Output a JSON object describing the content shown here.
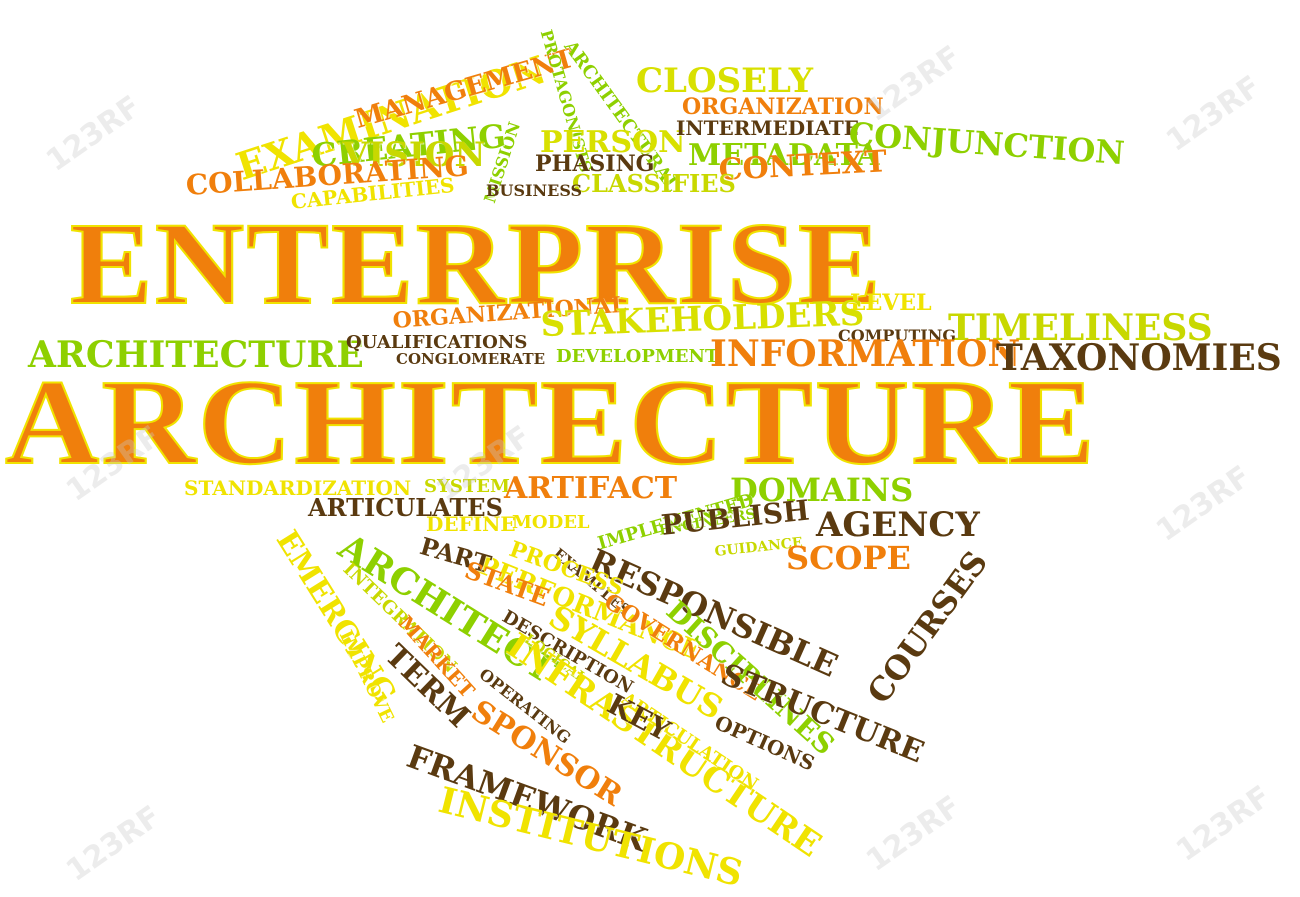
{
  "words": [
    {
      "text": "ENTERPRISE",
      "color": "#f07f0c",
      "big": true
    },
    {
      "text": "ARCHITECTURE",
      "color": "#f07f0c",
      "big": true
    },
    {
      "text": "EXAMINATION",
      "color": "#f0e300"
    },
    {
      "text": "MANAGEMENT",
      "color": "#f07f0c"
    },
    {
      "text": "ARCHITECTURAL",
      "color": "#8ed000"
    },
    {
      "text": "PROTAGONISTS",
      "color": "#8ed000"
    },
    {
      "text": "MISSION",
      "color": "#8ed000"
    },
    {
      "text": "CLOSELY",
      "color": "#d8e000"
    },
    {
      "text": "ORGANIZATION",
      "color": "#f07f0c"
    },
    {
      "text": "CREATING",
      "color": "#8ed000"
    },
    {
      "text": "PERSON",
      "color": "#d8e000"
    },
    {
      "text": "INTERMEDIATE",
      "color": "#5a3a10"
    },
    {
      "text": "CONJUNCTION",
      "color": "#8ed000"
    },
    {
      "text": "VISION",
      "color": "#c8d800"
    },
    {
      "text": "METADATA",
      "color": "#8ed000"
    },
    {
      "text": "PHASING",
      "color": "#5a3a10"
    },
    {
      "text": "COLLABORATING",
      "color": "#f07f0c"
    },
    {
      "text": "CONTEXT",
      "color": "#f07f0c"
    },
    {
      "text": "CLASSIFIES",
      "color": "#c8d800"
    },
    {
      "text": "BUSINESS",
      "color": "#5a3a10"
    },
    {
      "text": "CAPABILITIES",
      "color": "#f0e300"
    },
    {
      "text": "LEVEL",
      "color": "#f0e300"
    },
    {
      "text": "ORGANIZATIONAL",
      "color": "#f07f0c"
    },
    {
      "text": "STAKEHOLDERS",
      "color": "#d8e000"
    },
    {
      "text": "COMPUTING",
      "color": "#5a3a10"
    },
    {
      "text": "TIMELINESS",
      "color": "#c8d800"
    },
    {
      "text": "ARCHITECTURE",
      "color": "#8ed000"
    },
    {
      "text": "QUALIFICATIONS",
      "color": "#5a3a10"
    },
    {
      "text": "CONGLOMERATE",
      "color": "#5a3a10"
    },
    {
      "text": "DEVELOPMENT",
      "color": "#8ed000"
    },
    {
      "text": "INFORMATION",
      "color": "#f07f0c"
    },
    {
      "text": "TAXONOMIES",
      "color": "#5a3a10"
    },
    {
      "text": "STANDARDIZATION",
      "color": "#f0e300"
    },
    {
      "text": "SYSTEM",
      "color": "#c8d800"
    },
    {
      "text": "ARTIFACT",
      "color": "#f07f0c"
    },
    {
      "text": "DOMAINS",
      "color": "#8ed000"
    },
    {
      "text": "ARTICULATES",
      "color": "#5a3a10"
    },
    {
      "text": "DEFINE",
      "color": "#f0e300"
    },
    {
      "text": "MODEL",
      "color": "#f0e300"
    },
    {
      "text": "IMPLEMENTED",
      "color": "#8ed000"
    },
    {
      "text": "ENGINEERS",
      "color": "#8ed000"
    },
    {
      "text": "PUBLISH",
      "color": "#5a3a10"
    },
    {
      "text": "AGENCY",
      "color": "#5a3a10"
    },
    {
      "text": "GUIDANCE",
      "color": "#c8d800"
    },
    {
      "text": "SCOPE",
      "color": "#f07f0c"
    },
    {
      "text": "RESPONSIBLE",
      "color": "#5a3a10"
    },
    {
      "text": "COURSES",
      "color": "#5a3a10"
    },
    {
      "text": "EXAMPLES",
      "color": "#5a3a10"
    },
    {
      "text": "PROCESS",
      "color": "#f0e300"
    },
    {
      "text": "PERFORMANCE",
      "color": "#f0e300"
    },
    {
      "text": "PART",
      "color": "#5a3a10"
    },
    {
      "text": "STATE",
      "color": "#f07f0c"
    },
    {
      "text": "ARCHITECT",
      "color": "#8ed000"
    },
    {
      "text": "EMERGING",
      "color": "#f0e300"
    },
    {
      "text": "INTEGRATION",
      "color": "#c8d800"
    },
    {
      "text": "GOVERNANCE",
      "color": "#f07f0c"
    },
    {
      "text": "DISCIPLINES",
      "color": "#8ed000"
    },
    {
      "text": "DESCRIPTION",
      "color": "#5a3a10"
    },
    {
      "text": "SYLLABUS",
      "color": "#f0e300"
    },
    {
      "text": "LOGICAL",
      "color": "#c8d800"
    },
    {
      "text": "MARKET",
      "color": "#f07f0c"
    },
    {
      "text": "INFRASTRUCTURE",
      "color": "#f0e300"
    },
    {
      "text": "OPERATING",
      "color": "#5a3a10"
    },
    {
      "text": "ARTICULATION",
      "color": "#f0e300"
    },
    {
      "text": "STRUCTURE",
      "color": "#5a3a10"
    },
    {
      "text": "OPTIONS",
      "color": "#5a3a10"
    },
    {
      "text": "KEY",
      "color": "#5a3a10"
    },
    {
      "text": "IMPROVE",
      "color": "#f0e300"
    },
    {
      "text": "TERM",
      "color": "#5a3a10"
    },
    {
      "text": "SPONSOR",
      "color": "#f07f0c"
    },
    {
      "text": "FRAMEWORK",
      "color": "#5a3a10"
    },
    {
      "text": "INSTITUTIONS",
      "color": "#f0e300"
    }
  ],
  "watermark": {
    "text": "123RF",
    "color": "#c8c8c8"
  }
}
